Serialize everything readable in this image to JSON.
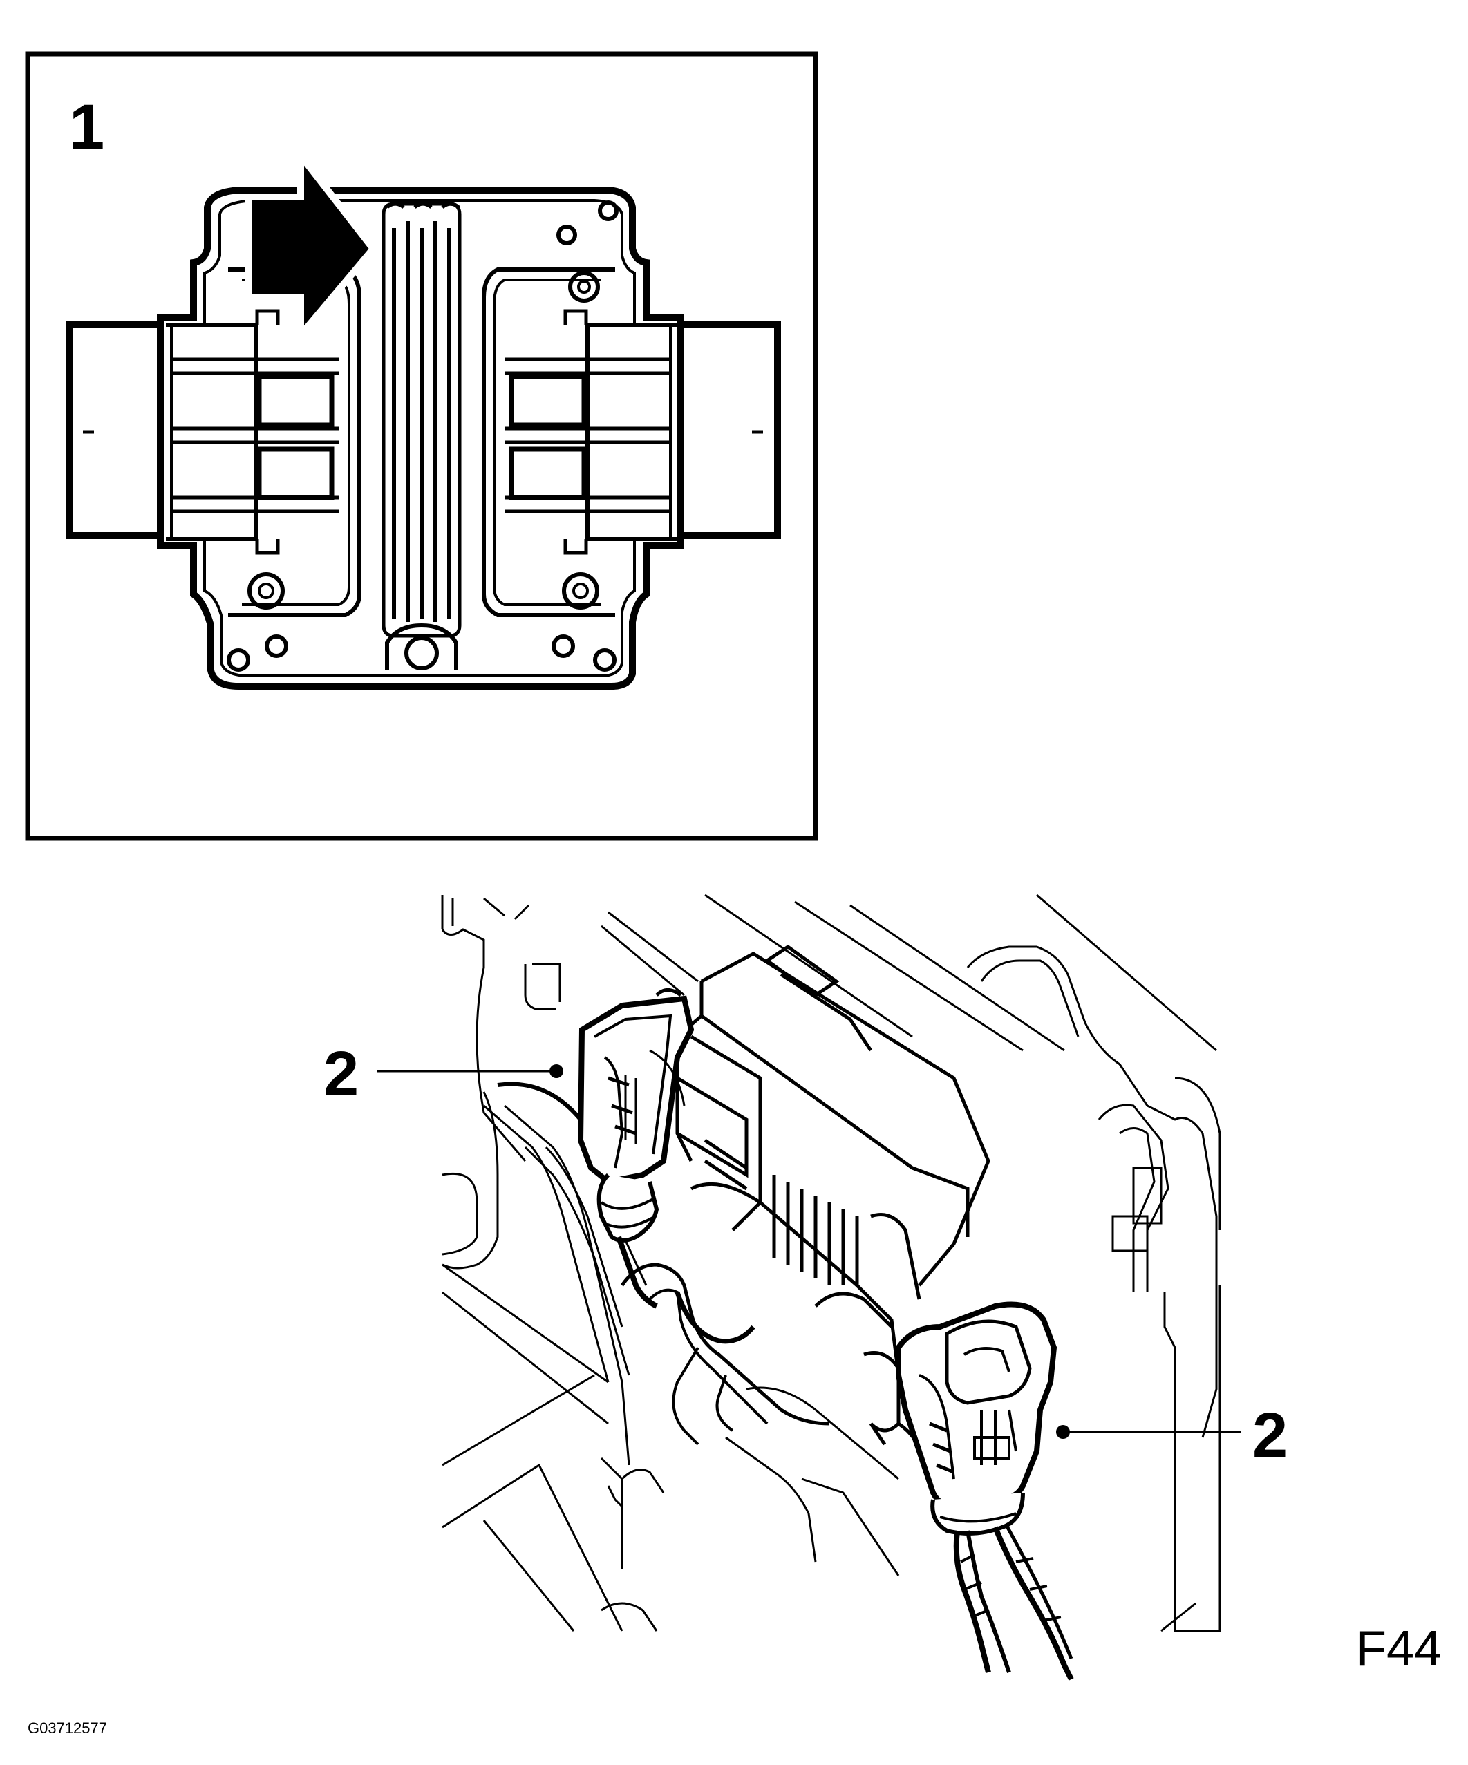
{
  "callouts": {
    "inset_number": "1",
    "left_connector": "2",
    "right_connector": "2"
  },
  "figure_code": "F44",
  "image_id": "G03712577",
  "colors": {
    "line": "#000000",
    "background": "#ffffff"
  }
}
